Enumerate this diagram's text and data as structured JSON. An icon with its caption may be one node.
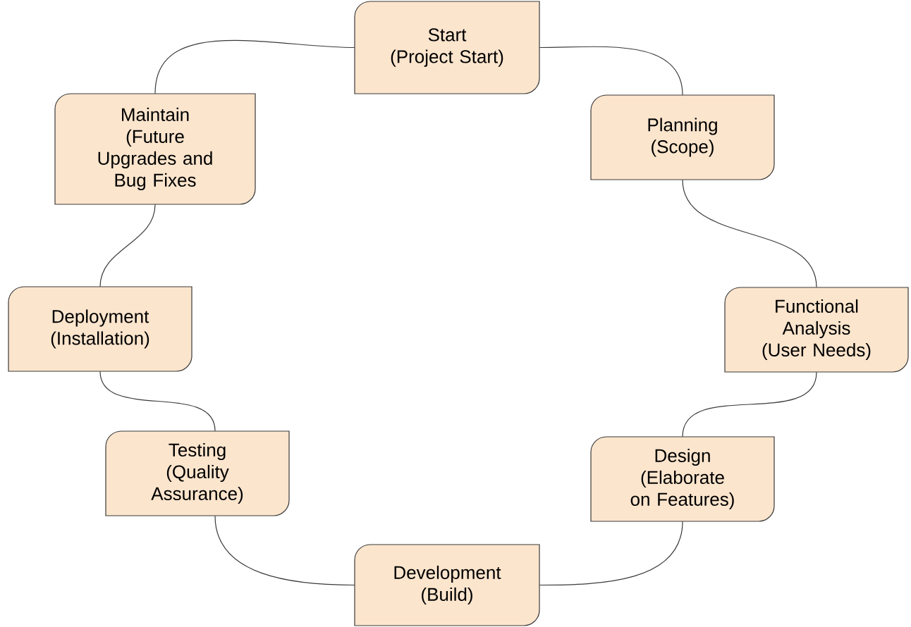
{
  "diagram": {
    "nodes": [
      {
        "text": [
          "Start",
          "(Project Start)"
        ]
      },
      {
        "text": [
          "Planning",
          "(Scope)"
        ]
      },
      {
        "text": [
          "Functional Analysis",
          "(User Needs)"
        ]
      },
      {
        "text": [
          "Design",
          "(Elaborate on Features)"
        ]
      },
      {
        "text": [
          "Development",
          "(Build)"
        ]
      },
      {
        "text": [
          "Testing",
          "(Quality Assurance)"
        ]
      },
      {
        "text": [
          "Deployment",
          "(Installation)"
        ]
      },
      {
        "text": [
          "Maintain",
          "(Future Upgrades and Bug Fixes"
        ]
      }
    ],
    "edges": [
      {
        "from": 0,
        "to": 1,
        "arrow": "none"
      },
      {
        "from": 1,
        "to": 2,
        "arrow": "none"
      },
      {
        "from": 2,
        "to": 3,
        "arrow": "none"
      },
      {
        "from": 3,
        "to": 4,
        "arrow": "none"
      },
      {
        "from": 4,
        "to": 5,
        "arrow": "none"
      },
      {
        "from": 5,
        "to": 6,
        "arrow": "none"
      },
      {
        "from": 6,
        "to": 7,
        "arrow": "none"
      },
      {
        "from": 7,
        "to": 0,
        "arrow": "none"
      }
    ]
  }
}
